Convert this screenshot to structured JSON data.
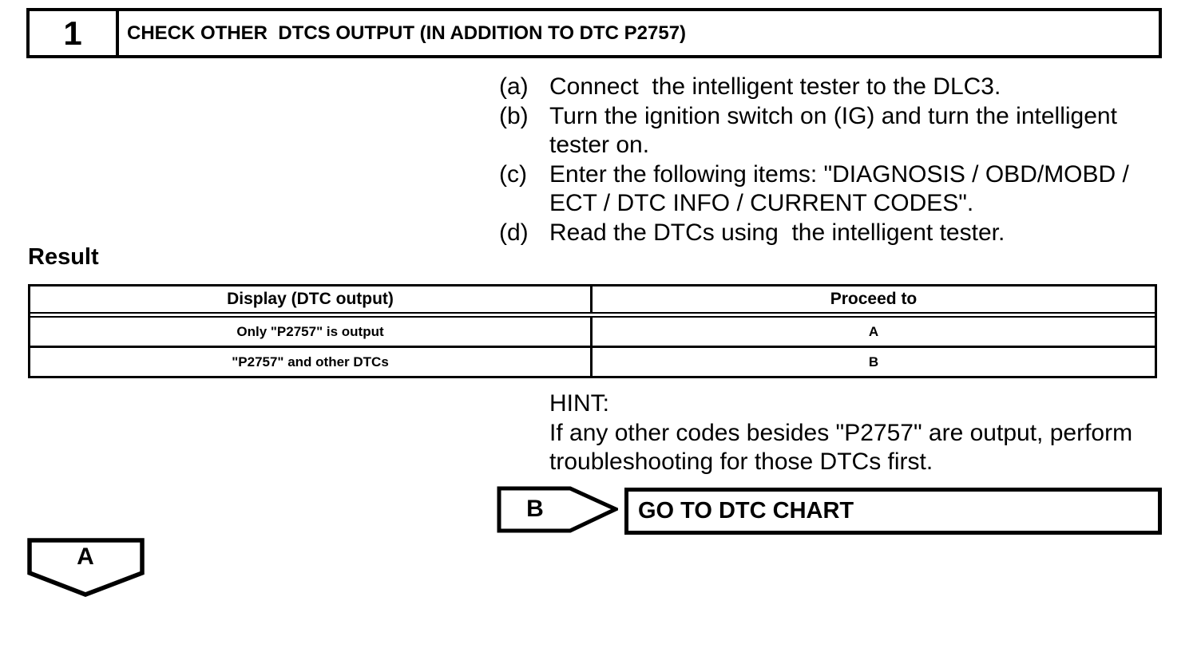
{
  "page": {
    "background": "#ffffff",
    "ink": "#000000"
  },
  "step_header": {
    "number": "1",
    "title": "CHECK OTHER  DTCS OUTPUT (IN ADDITION TO DTC P2757)"
  },
  "instructions": [
    {
      "marker": "(a)",
      "text": "Connect  the intelligent tester to the DLC3."
    },
    {
      "marker": "(b)",
      "text": "Turn the ignition switch on (IG) and turn the intelligent tester on."
    },
    {
      "marker": "(c)",
      "text": "Enter the following items: \"DIAGNOSIS / OBD/MOBD / ECT / DTC INFO / CURRENT CODES\"."
    },
    {
      "marker": "(d)",
      "text": "Read the DTCs using  the intelligent tester."
    }
  ],
  "result": {
    "label": "Result",
    "table": {
      "headers": [
        "Display (DTC output)",
        "Proceed to"
      ],
      "rows": [
        {
          "display": "Only \"P2757\" is output",
          "proceed_to": "A"
        },
        {
          "display": "\"P2757\" and other DTCs",
          "proceed_to": "B"
        }
      ]
    }
  },
  "hint": {
    "label": "HINT:",
    "text": "If any other codes besides \"P2757\" are output, perform troubleshooting for those DTCs first."
  },
  "branch_b": {
    "label": "B",
    "action": "GO TO DTC CHART"
  },
  "branch_a": {
    "label": "A"
  }
}
